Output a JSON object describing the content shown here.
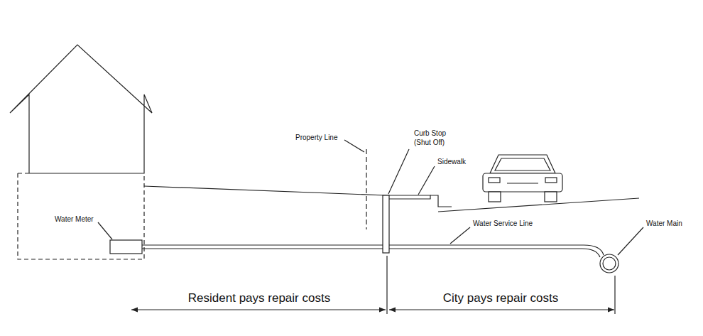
{
  "diagram": {
    "labels": [
      "Property Line",
      "Curb Stop (Shut Off)",
      "Sidewalk",
      "Water Meter",
      "Water Service Line",
      "Water Main",
      "Resident pays repair costs",
      "City pays repair costs"
    ]
  }
}
